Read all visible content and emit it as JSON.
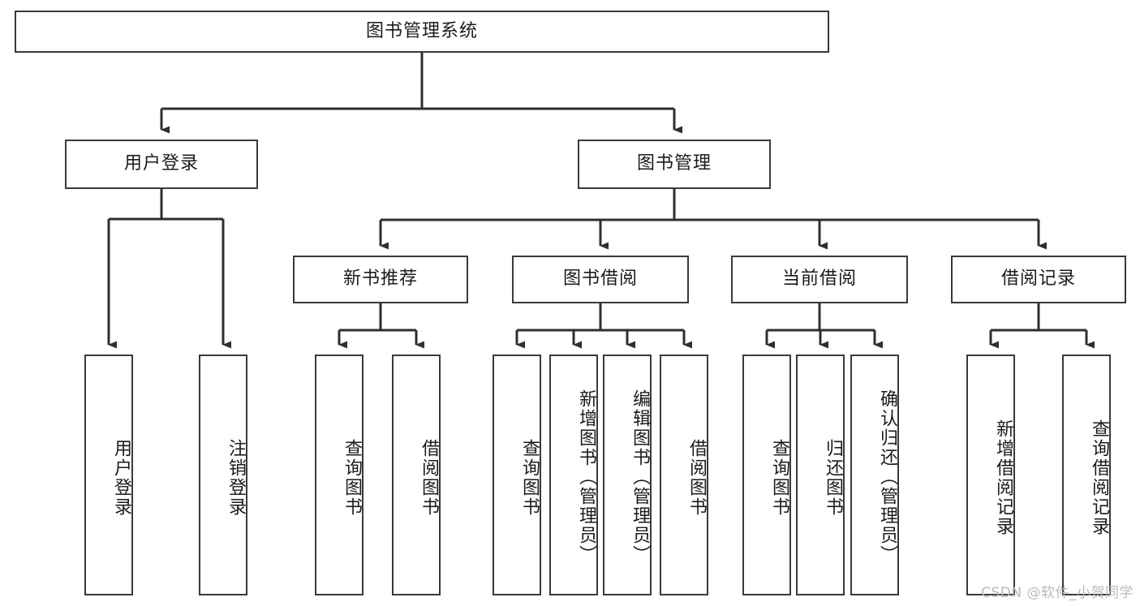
{
  "diagram": {
    "title": "图书管理系统",
    "watermark": "CSDN @软件_小贺同学",
    "colors": {
      "box_border": "#3a3a3a",
      "box_fill": "#ffffff",
      "connector": "#2f2f2f",
      "text": "#1b1b1b",
      "watermark": "#b9b9b9"
    },
    "nodes": {
      "root": "图书管理系统",
      "level2": {
        "user_login": "用户登录",
        "book_manage": "图书管理"
      },
      "level3": {
        "new_book_recommend": "新书推荐",
        "book_borrow": "图书借阅",
        "current_borrow": "当前借阅",
        "borrow_record": "借阅记录"
      },
      "leaves": {
        "user_login_children": [
          "用户登录",
          "注销登录"
        ],
        "new_book_recommend_children": [
          "查询图书",
          "借阅图书"
        ],
        "book_borrow_children": [
          "查询图书",
          "新增图书（管理员）",
          "编辑图书（管理员）",
          "借阅图书"
        ],
        "current_borrow_children": [
          "查询图书",
          "归还图书",
          "确认归还（管理员）"
        ],
        "borrow_record_children": [
          "新增借阅记录",
          "查询借阅记录"
        ]
      }
    }
  }
}
